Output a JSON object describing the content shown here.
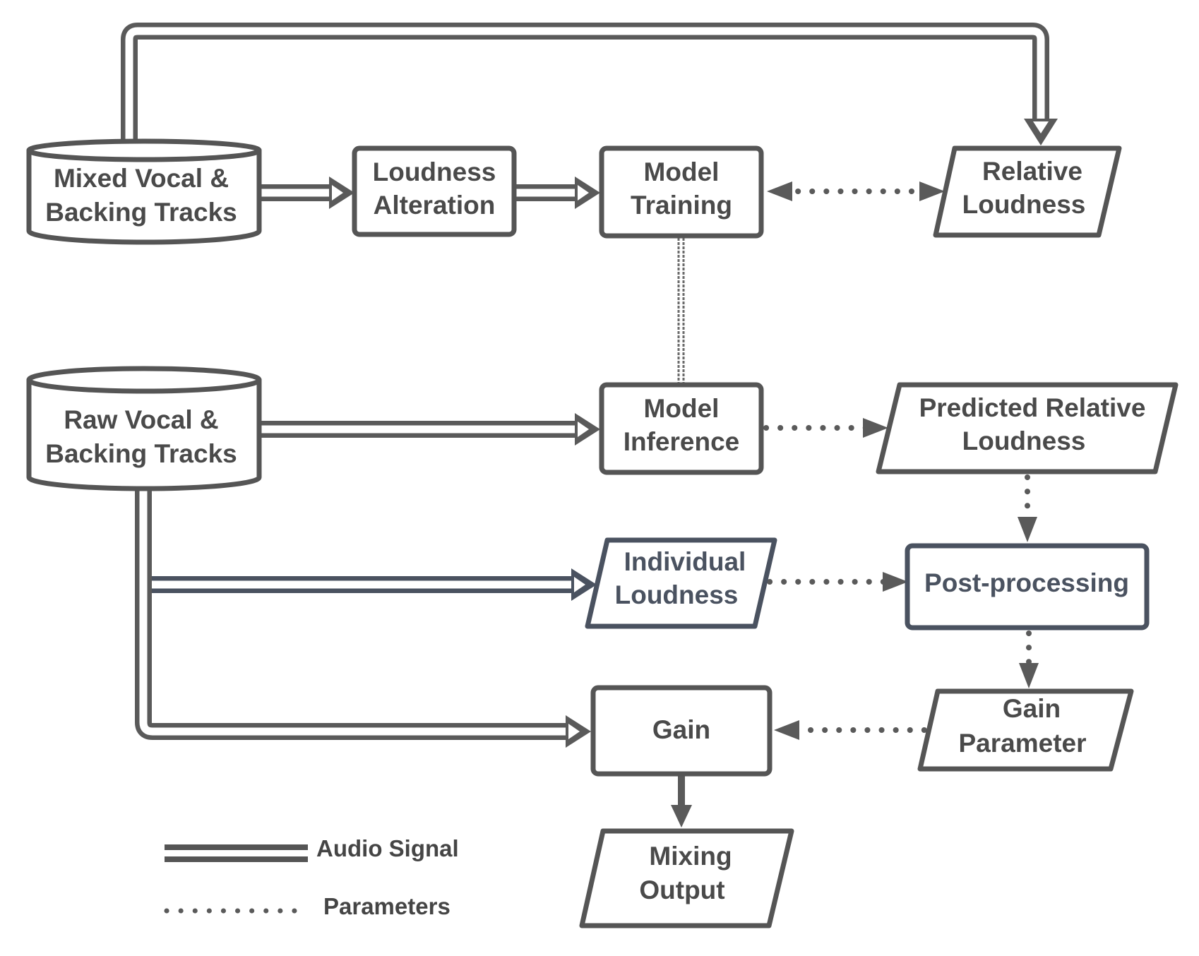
{
  "nodes": {
    "mixed_tracks": {
      "line1": "Mixed Vocal &",
      "line2": "Backing Tracks"
    },
    "loudness_alteration": {
      "line1": "Loudness",
      "line2": "Alteration"
    },
    "model_training": {
      "line1": "Model",
      "line2": "Training"
    },
    "relative_loudness": {
      "line1": "Relative",
      "line2": "Loudness"
    },
    "raw_tracks": {
      "line1": "Raw Vocal  &",
      "line2": "Backing Tracks"
    },
    "model_inference": {
      "line1": "Model",
      "line2": "Inference"
    },
    "predicted_relative_loudness": {
      "line1": "Predicted Relative",
      "line2": "Loudness"
    },
    "individual_loudness": {
      "line1": "Individual",
      "line2": "Loudness"
    },
    "post_processing": {
      "line1": "Post-processing"
    },
    "gain": {
      "line1": "Gain"
    },
    "gain_parameter": {
      "line1": "Gain",
      "line2": "Parameter"
    },
    "mixing_output": {
      "line1": "Mixing",
      "line2": "Output"
    }
  },
  "legend": {
    "audio_signal": "Audio Signal",
    "parameters": "Parameters"
  },
  "colors": {
    "stroke": "#555555",
    "stroke_blue": "#4a5260",
    "text": "#4a4a4a"
  }
}
